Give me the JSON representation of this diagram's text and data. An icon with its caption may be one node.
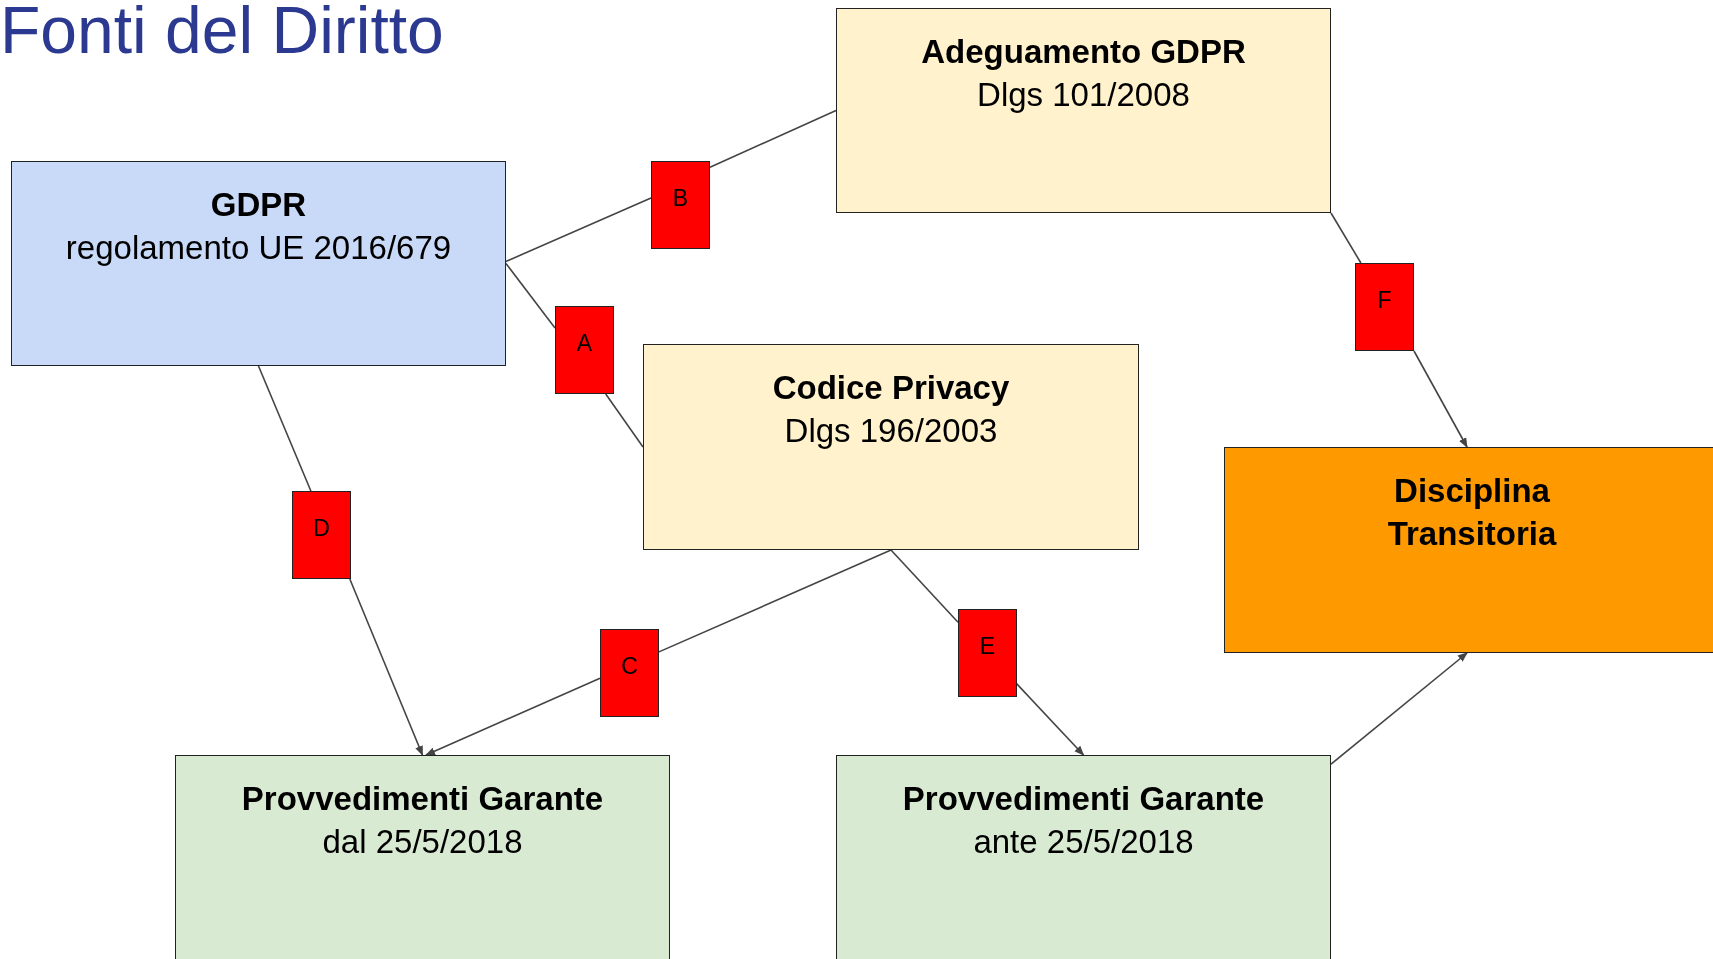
{
  "diagram": {
    "title": "Fonti del Diritto",
    "nodes": [
      {
        "text": [
          "Adeguamento GDPR",
          "Dlgs 101/2008"
        ]
      },
      {
        "text": [
          "GDPR",
          "regolamento UE 2016/679"
        ]
      },
      {
        "text": [
          "B"
        ]
      },
      {
        "text": [
          "A"
        ]
      },
      {
        "text": [
          "Codice Privacy",
          "Dlgs 196/2003"
        ]
      },
      {
        "text": [
          "F"
        ]
      },
      {
        "text": [
          "Disciplina Transitoria"
        ]
      },
      {
        "text": [
          "D"
        ]
      },
      {
        "text": [
          "C"
        ]
      },
      {
        "text": [
          "E"
        ]
      },
      {
        "text": [
          "Provvedimenti Garante",
          "dal 25/5/2018"
        ]
      },
      {
        "text": [
          "Provvedimenti Garante",
          "ante 25/5/2018"
        ]
      }
    ],
    "edges": [
      {
        "from": 1,
        "to": 2,
        "arrow": "none"
      },
      {
        "from": 2,
        "to": 0,
        "arrow": "none"
      },
      {
        "from": 1,
        "to": 3,
        "arrow": "none"
      },
      {
        "from": 3,
        "to": 4,
        "arrow": "none"
      },
      {
        "from": 0,
        "to": 5,
        "arrow": "none"
      },
      {
        "from": 5,
        "to": 6,
        "arrow": "to"
      },
      {
        "from": 1,
        "to": 7,
        "arrow": "none"
      },
      {
        "from": 7,
        "to": 10,
        "arrow": "to"
      },
      {
        "from": 4,
        "to": 8,
        "arrow": "none"
      },
      {
        "from": 8,
        "to": 10,
        "arrow": "to"
      },
      {
        "from": 4,
        "to": 9,
        "arrow": "none"
      },
      {
        "from": 9,
        "to": 11,
        "arrow": "to"
      },
      {
        "from": 11,
        "to": 6,
        "arrow": "to"
      }
    ]
  }
}
